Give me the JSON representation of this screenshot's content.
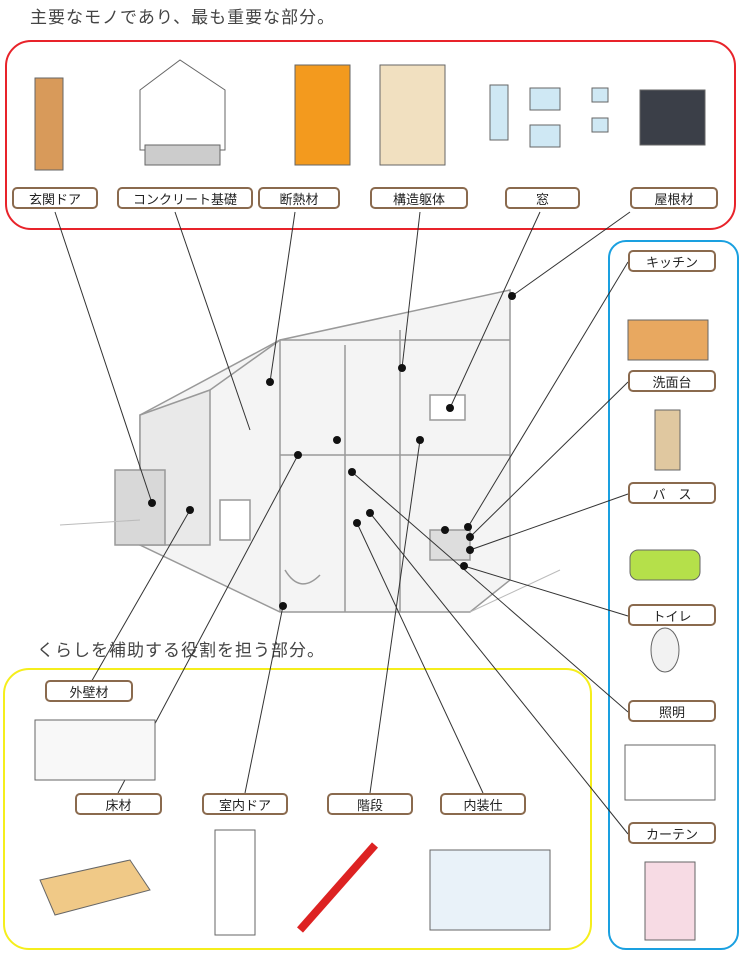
{
  "headings": {
    "main": "主要なモノであり、最も重要な部分。",
    "support": "くらしを補助する役割を担う部分。"
  },
  "main_parts": [
    "玄関ドア",
    "コンクリート基礎",
    "断熱材",
    "構造躯体",
    "窓",
    "屋根材"
  ],
  "equipment": [
    "キッチン",
    "洗面台",
    "バ　ス",
    "トイレ",
    "照明",
    "カーテン"
  ],
  "support_parts": [
    "外壁材",
    "床材",
    "室内ドア",
    "階段",
    "内装仕"
  ],
  "colors": {
    "main_frame": "#e8232a",
    "equipment_frame": "#1aa0e0",
    "support_frame": "#f5ee1c",
    "label_border": "#8a6a4e"
  }
}
